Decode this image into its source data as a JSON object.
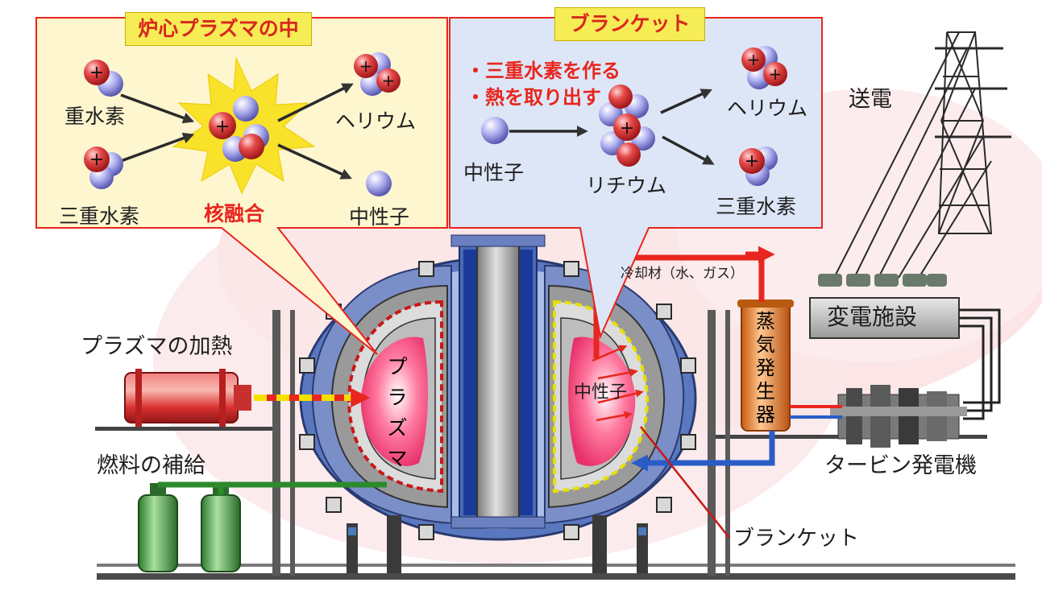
{
  "core_panel": {
    "title": "炉心プラズマの中",
    "deuterium": "重水素",
    "tritium": "三重水素",
    "fusion": "核融合",
    "helium": "ヘリウム",
    "neutron": "中性子"
  },
  "blanket_panel": {
    "title": "ブランケット",
    "bullet_1": "・三重水素を作る",
    "bullet_2": "・熱を取り出す",
    "neutron": "中性子",
    "lithium": "リチウム",
    "helium": "ヘリウム",
    "tritium": "三重水素"
  },
  "plant": {
    "plasma_heating": "プラズマの加熱",
    "fuel_supply": "燃料の補給",
    "plasma": "プラズマ",
    "neutron_in_reactor": "中性子",
    "coolant": "冷却材（水、ガス）",
    "steam_generator": "蒸気発生器",
    "substation": "変電施設",
    "transmission": "送電",
    "turbine_generator": "タービン発電機",
    "blanket": "ブランケット"
  },
  "colors": {
    "proton": "#e03838",
    "neutron_particle": "#9a9ae6",
    "panel_core_bg": "#fdf6cf",
    "panel_blanket_bg": "#dde6f6",
    "panel_border": "#e8261e",
    "title_bg": "#f6ec55",
    "hot_pipe": "#e8261e",
    "cold_pipe": "#2a5cc8"
  }
}
